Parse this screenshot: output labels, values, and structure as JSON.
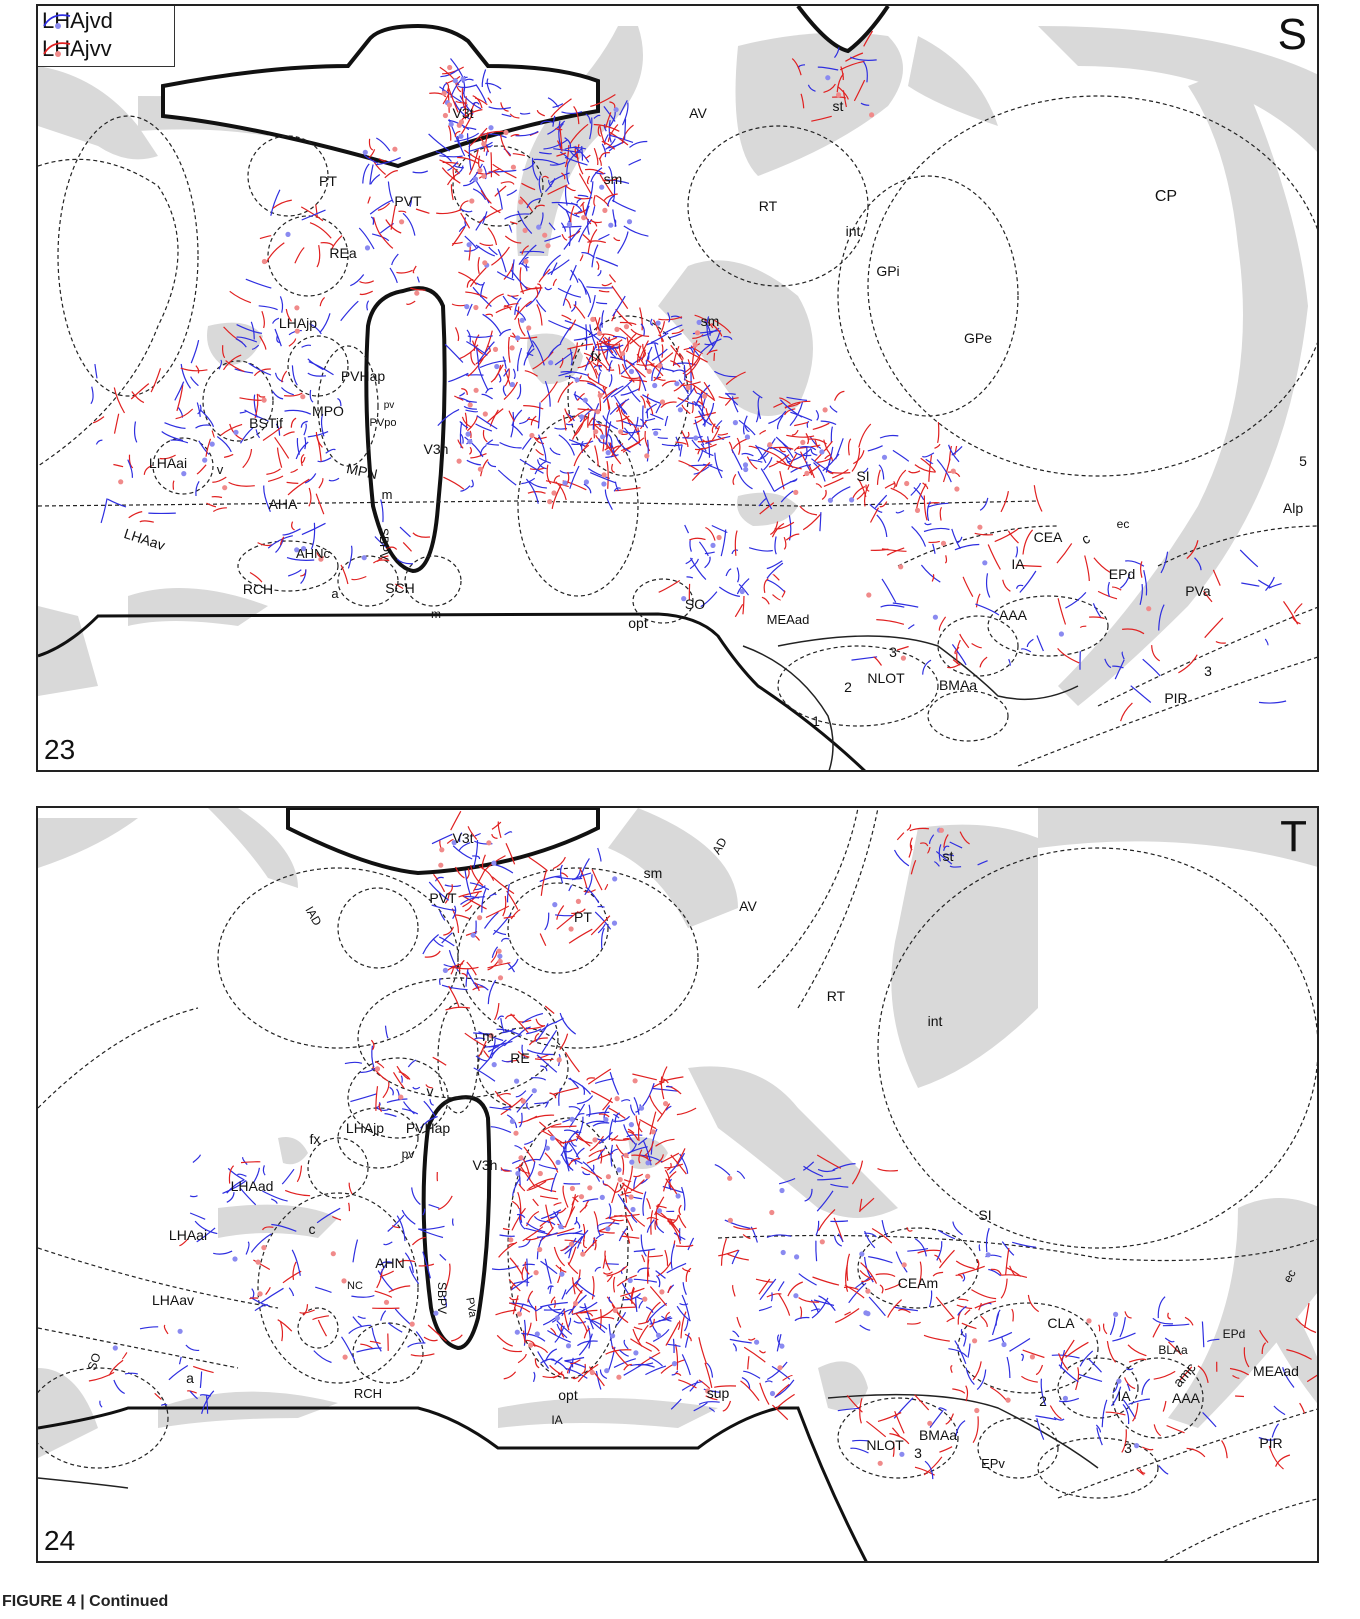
{
  "legend": {
    "items": [
      {
        "label": "LHAjvd",
        "color": "#2e2ee0",
        "dot_color": "#8a8af0"
      },
      {
        "label": "LHAjvv",
        "color": "#e02020",
        "dot_color": "#f08a8a"
      }
    ]
  },
  "panels": [
    {
      "letter": "S",
      "number": "23",
      "labels": [
        "V3t",
        "AV",
        "st",
        "sm",
        "PT",
        "PVT",
        "RT",
        "CP",
        "int",
        "GPi",
        "REa",
        "LHAjp",
        "sm",
        "fx",
        "GPe",
        "PVHap",
        "pv",
        "MPO",
        "PVpo",
        "BSTif",
        "V3h",
        "LHAai",
        "v",
        "MPN",
        "m",
        "AHA",
        "SI",
        "5",
        "LHAav",
        "SBPV",
        "AHNc",
        "CEA",
        "c",
        "ec",
        "Alp",
        "RCH",
        "a",
        "SCH",
        "m",
        "IA",
        "EPd",
        "PVa",
        "SO",
        "opt",
        "MEAad",
        "3",
        "AAA",
        "2",
        "NLOT",
        "BMAa",
        "3",
        "PIR",
        "1"
      ]
    },
    {
      "letter": "T",
      "number": "24",
      "labels": [
        "V3t",
        "AD",
        "sm",
        "st",
        "PVT",
        "PT",
        "AV",
        "IAD",
        "RT",
        "int",
        "m",
        "RE",
        "v",
        "LHAjp",
        "fx",
        "PVHap",
        "pv",
        "V3h",
        "LHAad",
        "SI",
        "c",
        "LHAai",
        "AHN",
        "NC",
        "SBPV",
        "PVa",
        "LHAav",
        "CEAm",
        "CLA",
        "ec",
        "BLAa",
        "amc",
        "EPd",
        "MEAad",
        "SO",
        "a",
        "RCH",
        "opt",
        "sup",
        "IA",
        "IA",
        "AAA",
        "2",
        "NLOT",
        "3",
        "BMAa",
        "EPv",
        "3",
        "PIR"
      ]
    }
  ],
  "caption": "FIGURE 4 | Continued"
}
